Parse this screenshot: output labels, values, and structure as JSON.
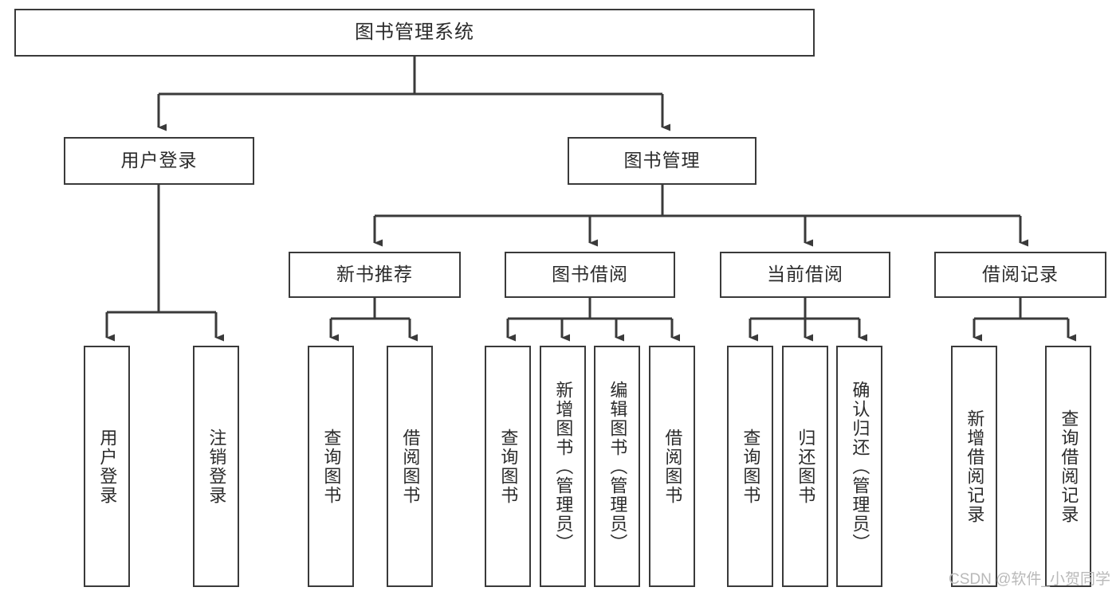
{
  "diagram": {
    "type": "tree",
    "title": "图书管理系统",
    "orientation": "top-down",
    "background_color": "#ffffff",
    "border_color": "#3a3a3a",
    "text_color": "#2b2b2b",
    "connector_color": "#3a3a3a"
  },
  "nodes": {
    "root": {
      "label": "图书管理系统"
    },
    "level2": [
      {
        "id": "user-login",
        "label": "用户登录"
      },
      {
        "id": "book-manage",
        "label": "图书管理"
      }
    ],
    "level3": [
      {
        "id": "new-book-recommend",
        "label": "新书推荐"
      },
      {
        "id": "book-borrow",
        "label": "图书借阅"
      },
      {
        "id": "current-borrow",
        "label": "当前借阅"
      },
      {
        "id": "borrow-record",
        "label": "借阅记录"
      }
    ],
    "leaves": {
      "user_login": [
        {
          "id": "leaf-user-login",
          "label": "用户登录"
        },
        {
          "id": "leaf-logout-login",
          "label": "注销登录"
        }
      ],
      "new_book_recommend": [
        {
          "id": "leaf-query-book-1",
          "label": "查询图书"
        },
        {
          "id": "leaf-borrow-book-1",
          "label": "借阅图书"
        }
      ],
      "book_borrow": [
        {
          "id": "leaf-query-book-2",
          "label": "查询图书"
        },
        {
          "id": "leaf-add-book",
          "label": "新增图书（管理员）"
        },
        {
          "id": "leaf-edit-book",
          "label": "编辑图书（管理员）"
        },
        {
          "id": "leaf-borrow-book-2",
          "label": "借阅图书"
        }
      ],
      "current_borrow": [
        {
          "id": "leaf-query-book-3",
          "label": "查询图书"
        },
        {
          "id": "leaf-return-book",
          "label": "归还图书"
        },
        {
          "id": "leaf-confirm-return",
          "label": "确认归还（管理员）"
        }
      ],
      "borrow_record": [
        {
          "id": "leaf-add-record",
          "label": "新增借阅记录"
        },
        {
          "id": "leaf-query-record",
          "label": "查询借阅记录"
        }
      ]
    }
  },
  "watermark": {
    "text": "CSDN @软件_小贺同学"
  }
}
